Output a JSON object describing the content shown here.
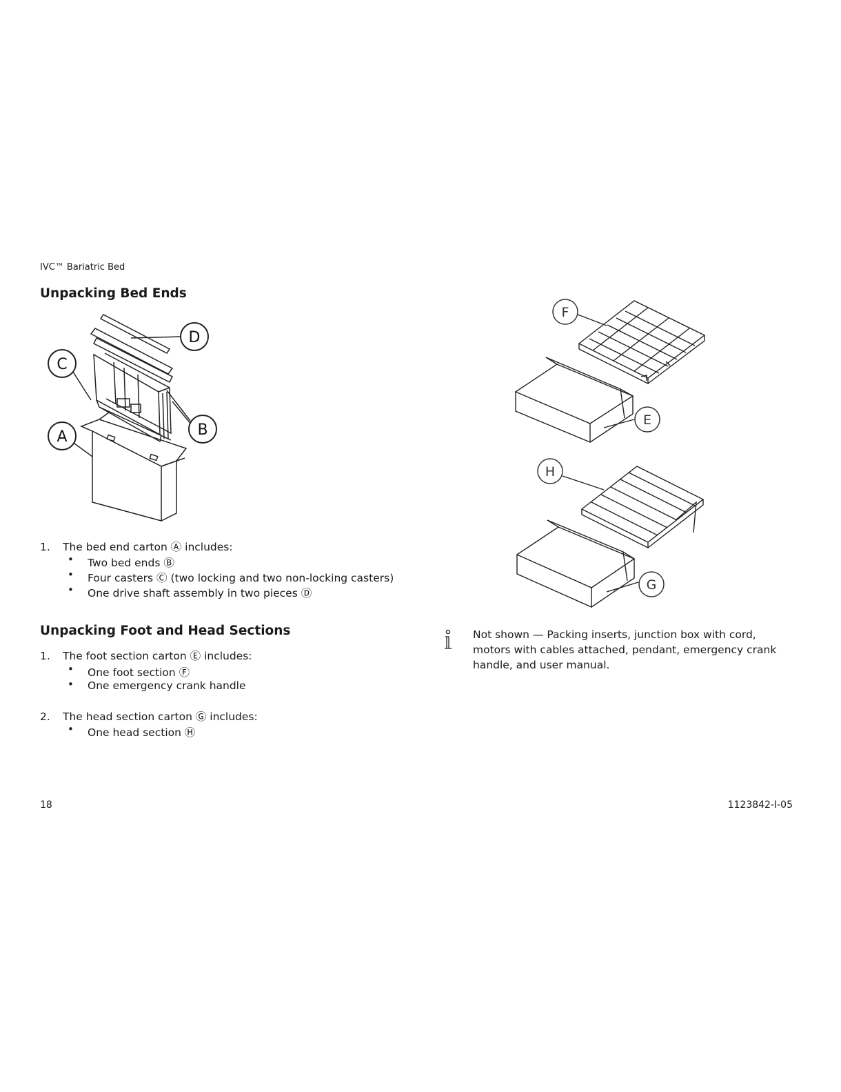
{
  "header": {
    "running_title": "IVC™   Bariatric Bed"
  },
  "section1": {
    "title": "Unpacking Bed Ends",
    "item1": {
      "number": "1.",
      "text": "The bed end carton Ⓐ includes:",
      "bullets": [
        "Two bed ends Ⓑ",
        "Four casters Ⓒ (two locking and two non-locking casters)",
        "One drive shaft assembly in two pieces Ⓓ"
      ]
    },
    "figure_callouts": [
      "A",
      "B",
      "C",
      "D"
    ]
  },
  "section2": {
    "title": "Unpacking Foot and Head Sections",
    "item1": {
      "number": "1.",
      "text": "The foot section carton Ⓔ includes:",
      "bullets": [
        "One foot section Ⓕ",
        "One emergency crank handle"
      ]
    },
    "item2": {
      "number": "2.",
      "text": "The head section carton Ⓖ includes:",
      "bullets": [
        "One head section Ⓗ"
      ]
    }
  },
  "figure2_callouts": [
    "F",
    "E",
    "H",
    "G"
  ],
  "note": {
    "icon": "info-icon",
    "lines": [
      "Not shown — Packing inserts, junction box with cord,",
      "motors with cables attached, pendant, emergency crank",
      "handle, and user manual."
    ]
  },
  "footer": {
    "page_number": "18",
    "doc_number": "1123842-I-05"
  }
}
